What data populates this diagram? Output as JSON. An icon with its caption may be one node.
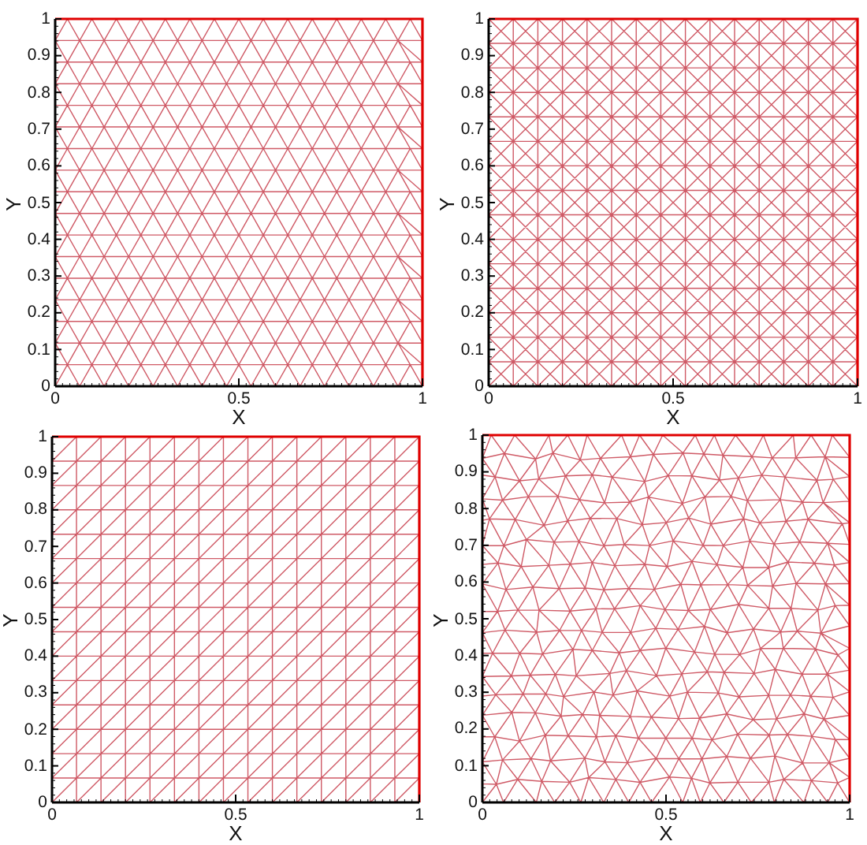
{
  "diagram": {
    "labels": [
      "Y",
      "1",
      "0.9",
      "0.8",
      "0.7",
      "0.6",
      "0.5",
      "0.4",
      "0.3",
      "0.2",
      "0.1",
      "0",
      "0",
      "0.5",
      "1",
      "X",
      "Y",
      "1",
      "0.9",
      "0.8",
      "0.7",
      "0.6",
      "0.5",
      "0.4",
      "0.3",
      "0.2",
      "0.1",
      "0",
      "0",
      "0.5",
      "1",
      "X",
      "Y",
      "1",
      "0.9",
      "0.8",
      "0.7",
      "0.6",
      "0.5",
      "0.4",
      "0.3",
      "0.2",
      "0.1",
      "0",
      "0",
      "0.5",
      "1",
      "X",
      "Y",
      "1",
      "0.9",
      "0.8",
      "0.7",
      "0.6",
      "0.5",
      "0.4",
      "0.3",
      "0.2",
      "0.1",
      "0",
      "0",
      "0.5",
      "1",
      "X"
    ]
  }
}
